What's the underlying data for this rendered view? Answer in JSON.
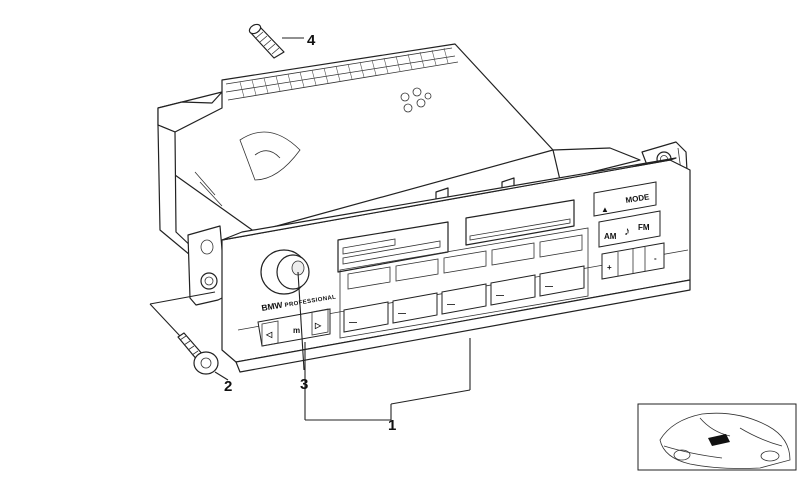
{
  "diagram": {
    "callouts": [
      {
        "id": "1",
        "label": "1"
      },
      {
        "id": "2",
        "label": "2"
      },
      {
        "id": "3",
        "label": "3"
      },
      {
        "id": "4",
        "label": "4"
      }
    ],
    "faceplate": {
      "brand": "BMW",
      "brand_suffix": "PROFESSIONAL",
      "mode_label": "MODE",
      "eject_glyph": "▲",
      "am_label": "AM",
      "note_glyph": "♪",
      "fm_label": "FM",
      "volume_plus": "+",
      "volume_minus": "-",
      "seek_left": "◁",
      "seek_right": "▷",
      "m_label": "m",
      "preset_glyph": "—"
    }
  }
}
